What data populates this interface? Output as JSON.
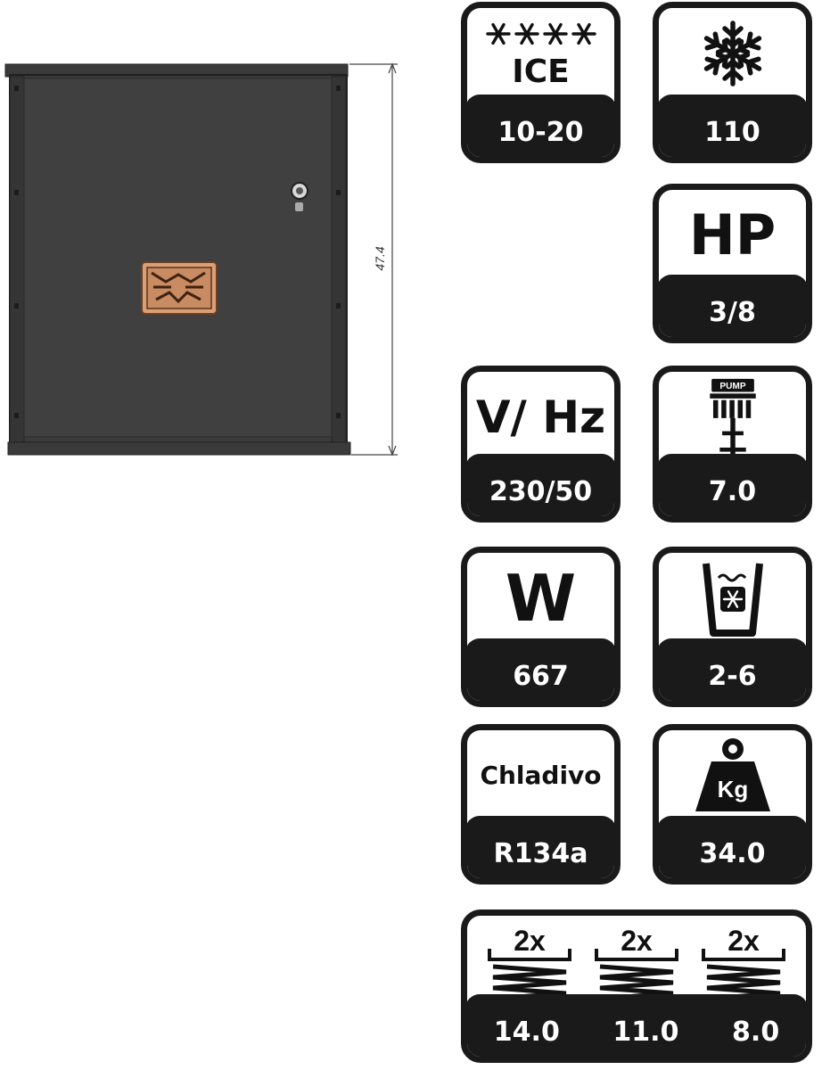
{
  "drawing": {
    "dimension_label": "47.4"
  },
  "tiles": {
    "ice": {
      "label": "ICE",
      "value": "10-20",
      "icon": "four-snowflakes-icon"
    },
    "capacity": {
      "value": "110",
      "icon": "snowflake-icon"
    },
    "power_hp": {
      "label": "HP",
      "value": "3/8"
    },
    "voltage": {
      "label": "V/ Hz",
      "value": "230/50"
    },
    "pump": {
      "icon_text": "PUMP",
      "value": "7.0",
      "icon": "pump-icon"
    },
    "watts": {
      "label": "W",
      "value": "667"
    },
    "water": {
      "value": "2-6",
      "icon": "water-ice-cup-icon"
    },
    "refrigerant": {
      "label": "Chladivo",
      "value": "R134a"
    },
    "weight": {
      "icon_text": "Kg",
      "value": "34.0",
      "icon": "weight-icon"
    },
    "springs": {
      "items": [
        {
          "qty": "2x",
          "value": "14.0"
        },
        {
          "qty": "2x",
          "value": "11.0"
        },
        {
          "qty": "2x",
          "value": "8.0"
        }
      ]
    }
  }
}
